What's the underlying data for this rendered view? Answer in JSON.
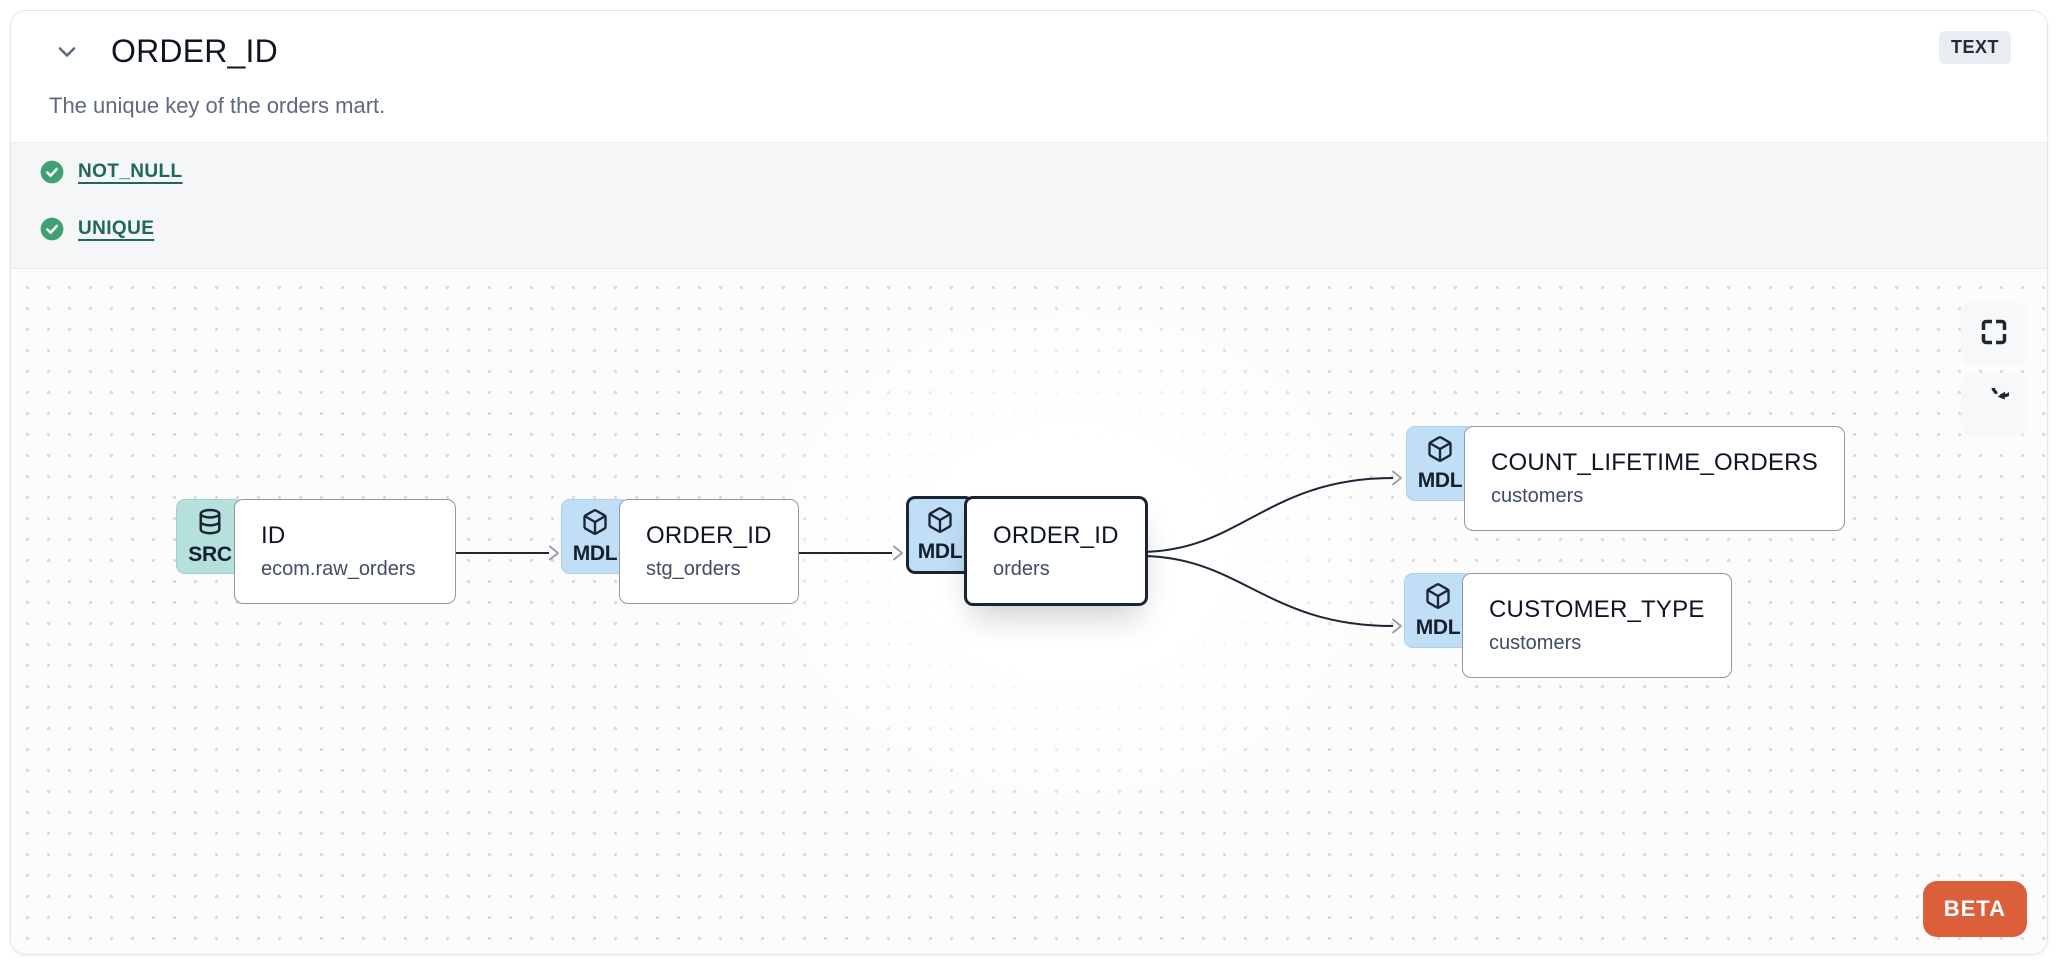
{
  "panel": {
    "title": "ORDER_ID",
    "type_badge": "TEXT",
    "description": "The unique key of the orders mart.",
    "collapse_icon": "chevron-down-icon"
  },
  "tests": {
    "items": [
      {
        "label": "NOT_NULL",
        "status": "passed",
        "icon": "check-circle-icon"
      },
      {
        "label": "UNIQUE",
        "status": "passed",
        "icon": "check-circle-icon"
      }
    ]
  },
  "lineage": {
    "controls": [
      {
        "name": "fullscreen",
        "icon": "maximize-icon"
      },
      {
        "name": "refresh",
        "icon": "rotate-cw-icon"
      }
    ],
    "beta_label": "BETA",
    "nodes": [
      {
        "id": "source_id",
        "badge": "SRC",
        "icon": "database-icon",
        "title": "ID",
        "subtitle": "ecom.raw_orders",
        "selected": false
      },
      {
        "id": "stg_order_id",
        "badge": "MDL",
        "icon": "box-icon",
        "title": "ORDER_ID",
        "subtitle": "stg_orders",
        "selected": false
      },
      {
        "id": "orders_order_id",
        "badge": "MDL",
        "icon": "box-icon",
        "title": "ORDER_ID",
        "subtitle": "orders",
        "selected": true
      },
      {
        "id": "count_lifetime_orders",
        "badge": "MDL",
        "icon": "box-icon",
        "title": "COUNT_LIFETIME_ORDERS",
        "subtitle": "customers",
        "selected": false
      },
      {
        "id": "customer_type",
        "badge": "MDL",
        "icon": "box-icon",
        "title": "CUSTOMER_TYPE",
        "subtitle": "customers",
        "selected": false
      }
    ],
    "edges": [
      {
        "from": "source_id",
        "to": "stg_order_id"
      },
      {
        "from": "stg_order_id",
        "to": "orders_order_id"
      },
      {
        "from": "orders_order_id",
        "to": "count_lifetime_orders"
      },
      {
        "from": "orders_order_id",
        "to": "customer_type"
      }
    ]
  },
  "colors": {
    "accent_orange": "#dc5f3c",
    "test_pass_green": "#3fa173",
    "test_link_teal": "#1d685d",
    "src_badge_bg": "#b6e0dc",
    "mdl_badge_bg": "#c0def6",
    "selected_border": "#1b2433",
    "edge_stroke": "#1c2635",
    "arrowhead_gray": "#939ca7"
  }
}
